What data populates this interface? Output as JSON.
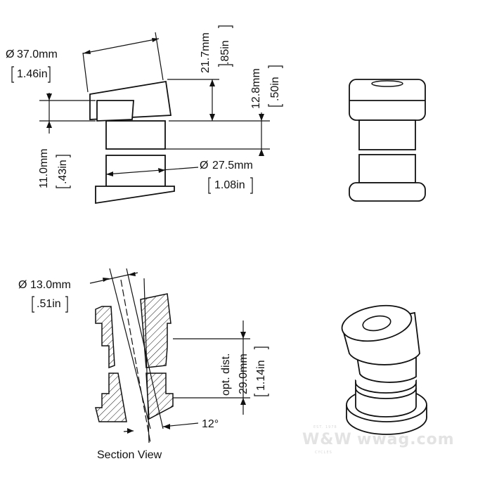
{
  "dimensions": {
    "outer_diameter": {
      "symbol": "Ø",
      "metric": "37.0mm",
      "imperial": "1.46in"
    },
    "top_height": {
      "metric": "21.7mm",
      "imperial": ".85in"
    },
    "mid_height": {
      "metric": "12.8mm",
      "imperial": ".50in"
    },
    "flange_height": {
      "metric": "11.0mm",
      "imperial": ".43in"
    },
    "body_diameter": {
      "symbol": "Ø",
      "metric": "27.5mm",
      "imperial": "1.08in"
    },
    "bore_diameter": {
      "symbol": "Ø",
      "metric": "13.0mm",
      "imperial": ".51in"
    },
    "opt_distance": {
      "label": "opt. dist.",
      "metric": "29.0mm",
      "imperial": "1.14in"
    },
    "angle": {
      "value": "12°"
    }
  },
  "captions": {
    "section_view": "Section View"
  },
  "watermark": {
    "brand": "W&W",
    "site": "wwag.com",
    "est": "EST. 1978",
    "tagline": "CYCLES"
  },
  "colors": {
    "line": "#111111",
    "watermark": "#e3e3e3"
  }
}
